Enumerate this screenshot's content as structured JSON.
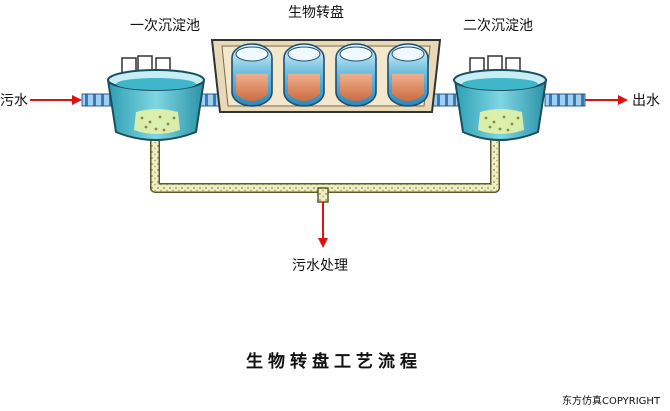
{
  "labels": {
    "primary_clarifier": "一次沉淀池",
    "rbc": "生物转盘",
    "secondary_clarifier": "二次沉淀池",
    "inlet": "污水",
    "outlet": "出水",
    "sludge_treatment": "污水处理"
  },
  "title": "生物转盘工艺流程",
  "copyright": "东方仿真COPYRIGHT",
  "colors": {
    "water": "#3fb6c9",
    "tank_wall": "#9fe0ea",
    "arrow": "#e01010",
    "pipe": "#6aa6d8",
    "sludge_pipe": "#d8d68a",
    "disc": "#e98b62"
  },
  "rbc": {
    "disc_count": 4
  }
}
